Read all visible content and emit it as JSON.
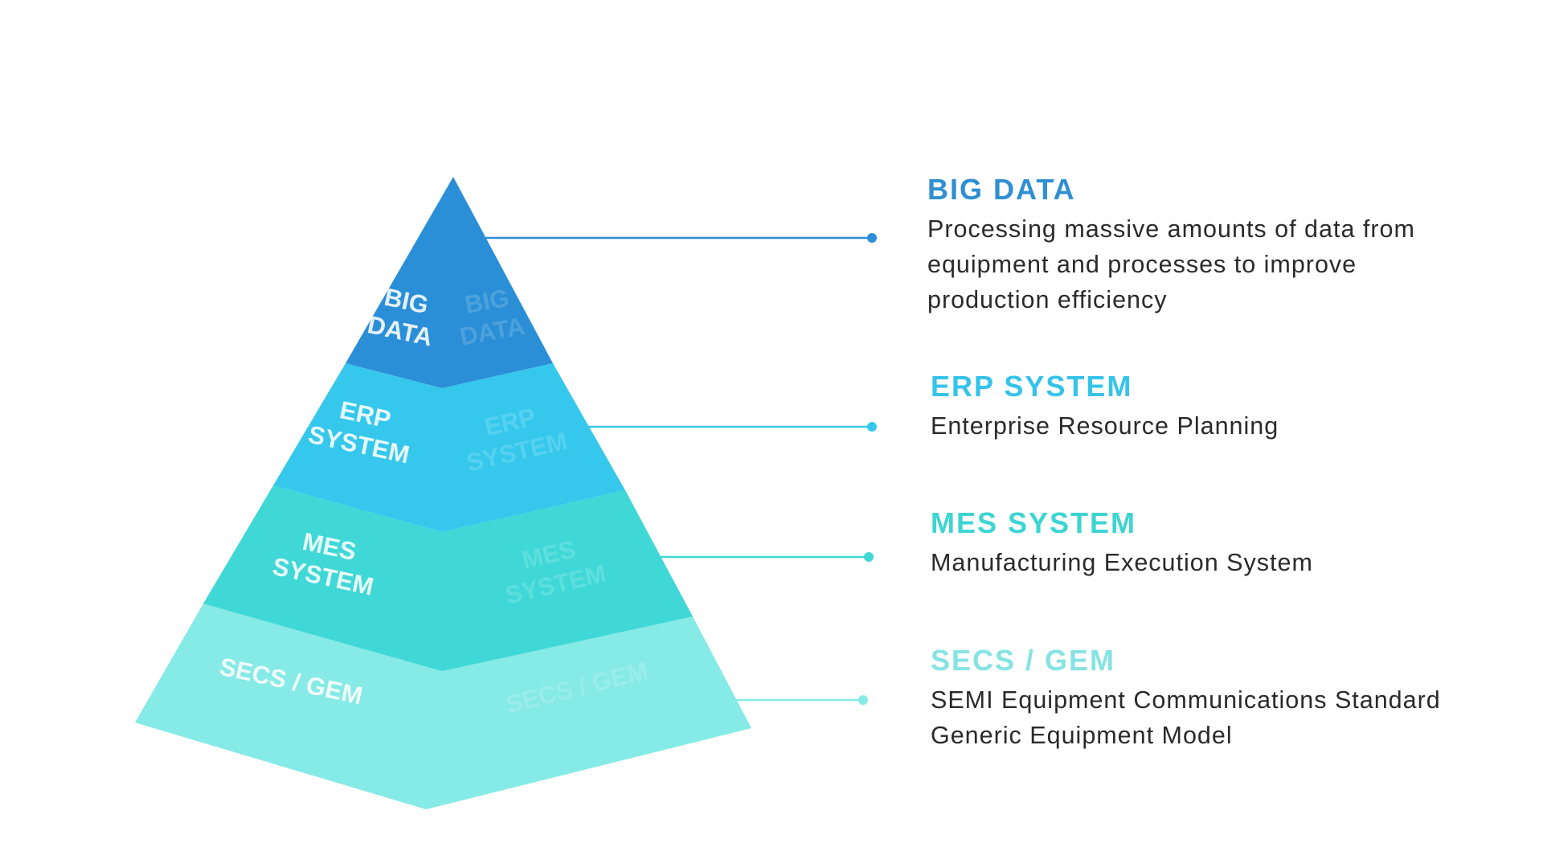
{
  "colors": {
    "big_data": "#2a8fd6",
    "erp": "#36c8ec",
    "mes": "#3fd8d6",
    "secs": "#86eae6",
    "description_text": "#2a2a2a"
  },
  "layers": [
    {
      "key": "big_data",
      "label_lines": [
        "BIG",
        "DATA"
      ],
      "title": "BIG DATA",
      "title_color": "#2f8fd2",
      "description_lines": [
        "Processing massive amounts of data from",
        "equipment and processes to improve",
        "production efficiency"
      ]
    },
    {
      "key": "erp",
      "label_lines": [
        "ERP",
        "SYSTEM"
      ],
      "title": "ERP SYSTEM",
      "title_color": "#35c3ea",
      "description_lines": [
        "Enterprise Resource Planning"
      ]
    },
    {
      "key": "mes",
      "label_lines": [
        "MES",
        "SYSTEM"
      ],
      "title": "MES SYSTEM",
      "title_color": "#3dd5d3",
      "description_lines": [
        "Manufacturing Execution System"
      ]
    },
    {
      "key": "secs",
      "label_lines": [
        "SECS / GEM"
      ],
      "title": "SECS / GEM",
      "title_color": "#86e3e3",
      "description_lines": [
        "SEMI Equipment Communications Standard",
        "Generic Equipment Model"
      ]
    }
  ]
}
